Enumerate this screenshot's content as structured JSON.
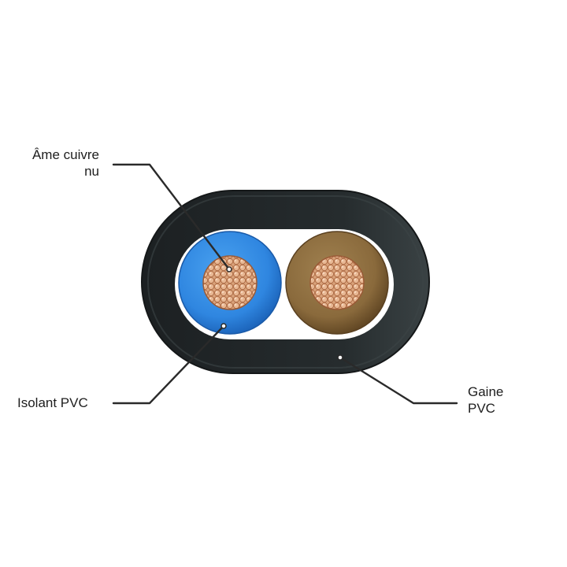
{
  "labels": {
    "ame": {
      "line1": "Âme cuivre",
      "line2": "nu"
    },
    "isolant": {
      "line1": "Isolant PVC"
    },
    "gaine": {
      "line1": "Gaine",
      "line2": "PVC"
    }
  },
  "colors": {
    "sheath": "#22282a",
    "sheath_highlight": "#4a5254",
    "inner_cavity": "#ffffff",
    "insulation_blue": "#2f86e0",
    "insulation_blue_dark": "#1b62b8",
    "insulation_brown": "#8a6a3c",
    "insulation_brown_dark": "#6a4e28",
    "copper": "#d49b73",
    "copper_dark": "#a8643e",
    "leader_line": "#2a2a2a"
  }
}
